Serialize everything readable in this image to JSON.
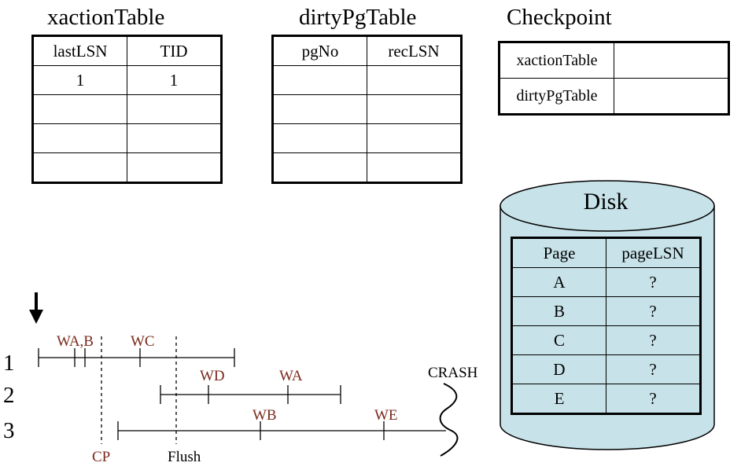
{
  "xaction_table": {
    "title": "xactionTable",
    "headers": [
      "lastLSN",
      "TID"
    ],
    "rows": [
      [
        "1",
        "1"
      ],
      [
        "",
        ""
      ],
      [
        "",
        ""
      ],
      [
        "",
        ""
      ]
    ]
  },
  "dirty_pg_table": {
    "title": "dirtyPgTable",
    "headers": [
      "pgNo",
      "recLSN"
    ],
    "rows": [
      [
        "",
        ""
      ],
      [
        "",
        ""
      ],
      [
        "",
        ""
      ],
      [
        "",
        ""
      ]
    ]
  },
  "checkpoint": {
    "title": "Checkpoint",
    "rows": [
      {
        "label": "xactionTable",
        "value": ""
      },
      {
        "label": "dirtyPgTable",
        "value": ""
      }
    ]
  },
  "disk": {
    "title": "Disk",
    "headers": [
      "Page",
      "pageLSN"
    ],
    "rows": [
      [
        "A",
        "?"
      ],
      [
        "B",
        "?"
      ],
      [
        "C",
        "?"
      ],
      [
        "D",
        "?"
      ],
      [
        "E",
        "?"
      ]
    ],
    "fill_color": "#c7e2e8"
  },
  "timeline": {
    "transactions": [
      {
        "id": "1",
        "events": [
          {
            "label": "WA,B"
          },
          {
            "label": "WC"
          }
        ]
      },
      {
        "id": "2",
        "events": [
          {
            "label": "WD"
          },
          {
            "label": "WA"
          }
        ]
      },
      {
        "id": "3",
        "events": [
          {
            "label": "WB"
          },
          {
            "label": "WE"
          }
        ]
      }
    ],
    "markers": [
      {
        "label": "CP"
      },
      {
        "label": "Flush"
      }
    ],
    "crash_label": "CRASH",
    "pointer_icon": "down-arrow-icon",
    "event_label_color": "#7a2a1c"
  }
}
